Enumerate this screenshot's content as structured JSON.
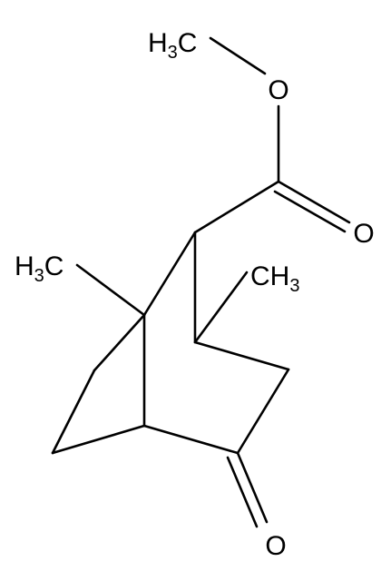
{
  "molecule": {
    "labels": {
      "ester_methyl": {
        "pre": "H",
        "sub": "3",
        "post": "C"
      },
      "ester_ether_oxygen": "O",
      "ester_carbonyl_oxygen": "O",
      "left_methyl": {
        "pre": "H",
        "sub": "3",
        "post": "C"
      },
      "right_methyl": {
        "pre": "CH",
        "sub": "3",
        "post": ""
      },
      "ketone_oxygen": "O"
    },
    "colors": {
      "bond": "#000000",
      "text": "#000000",
      "background": "#ffffff"
    }
  }
}
